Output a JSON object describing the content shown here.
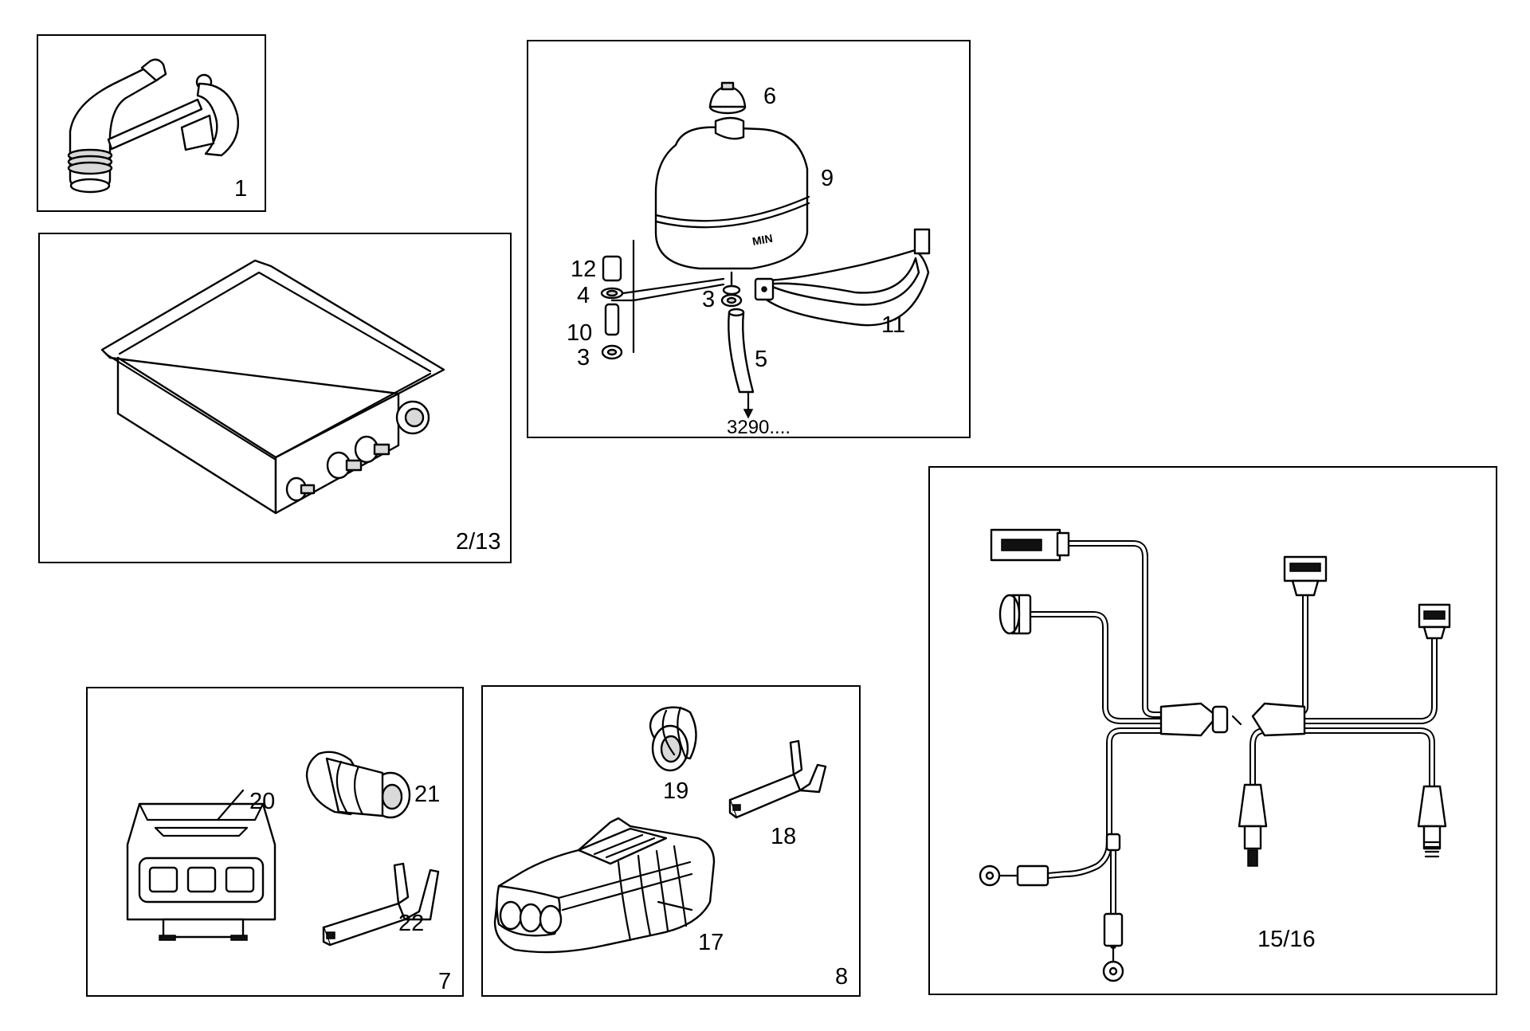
{
  "panels": {
    "p1": {
      "labels": [
        "1"
      ]
    },
    "p2": {
      "labels": [
        "2/13"
      ]
    },
    "p3": {
      "labels": [
        "6",
        "9",
        "12",
        "4",
        "10",
        "3",
        "3",
        "5",
        "11",
        "3290...."
      ],
      "tank_marking": "MIN"
    },
    "p4": {
      "labels": [
        "15/16"
      ]
    },
    "p5": {
      "labels": [
        "20",
        "21",
        "22",
        "7"
      ]
    },
    "p6": {
      "labels": [
        "19",
        "18",
        "17",
        "8"
      ]
    }
  }
}
